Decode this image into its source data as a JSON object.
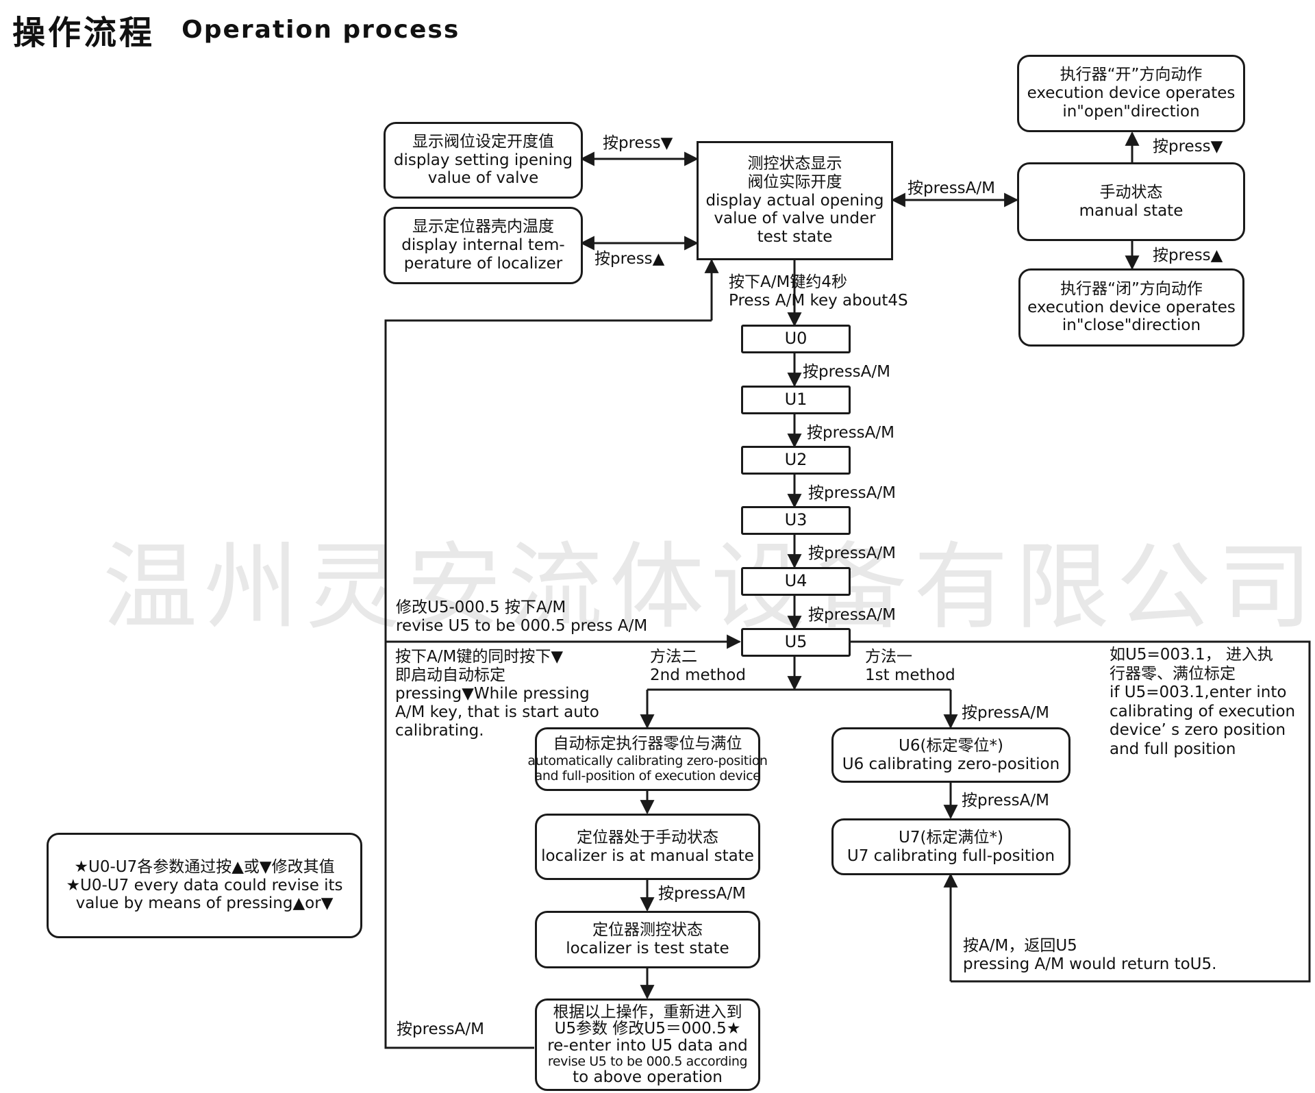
{
  "title": {
    "zh": "操作流程",
    "en": "Operation process"
  },
  "watermark": "温州灵安流体设备有限公司",
  "boxes": {
    "display_setting": [
      "显示阀位设定开度值",
      "display setting ipening",
      "value of valve"
    ],
    "display_temp": [
      "显示定位器壳内温度",
      "display internal tem-",
      "perature of localizer"
    ],
    "test_state": [
      "测控状态显示",
      "阀位实际开度",
      "display actual opening",
      "value of valve under",
      "test state"
    ],
    "open_dir": [
      "执行器“开”方向动作",
      "execution device operates",
      "in\"open\"direction"
    ],
    "manual_state": [
      "手动状态",
      "manual state"
    ],
    "close_dir": [
      "执行器“闭”方向动作",
      "execution device operates",
      "in\"close\"direction"
    ],
    "u0": "U0",
    "u1": "U1",
    "u2": "U2",
    "u3": "U3",
    "u4": "U4",
    "u5": "U5",
    "auto_cal": [
      "自动标定执行器零位与满位",
      "automatically calibrating zero-position",
      "and full-position of execution device"
    ],
    "localizer_manual": [
      "定位器处于手动状态",
      "localizer is at manual state"
    ],
    "localizer_test": [
      "定位器测控状态",
      "localizer is test state"
    ],
    "reenter": [
      "根据以上操作，重新进入到",
      "U5参数 修改U5＝000.5★",
      "re-enter into U5 data and",
      "revise U5 to be 000.5 according",
      "to above operation"
    ],
    "u6": [
      "U6(标定零位*)",
      "U6 calibrating zero-position"
    ],
    "u7": [
      "U7(标定满位*)",
      "U7 calibrating full-position"
    ],
    "note": [
      "★U0-U7各参数通过按▲或▼修改其值",
      "★U0-U7 every data could revise its",
      "value by means of pressing▲or▼"
    ]
  },
  "labels": {
    "press_down": "按press▼",
    "press_up": "按press▲",
    "press_am": "按pressA/M",
    "press_down_r": "按press▼",
    "press_up_r": "按press▲",
    "hold_am": [
      "按下A/M键约4秒",
      "Press A/M key about4S"
    ],
    "u0_u1": "按pressA/M",
    "u1_u2": "按pressA/M",
    "u2_u3": "按pressA/M",
    "u3_u4": "按pressA/M",
    "u4_u5": "按pressA/M",
    "revise_u5": [
      "修改U5-000.5  按下A/M",
      "revise U5 to be 000.5  press A/M"
    ],
    "auto_start": [
      "按下A/M键的同时按下▼",
      "即启动自动标定",
      "pressing▼While pressing",
      "A/M key, that is start auto",
      "calibrating."
    ],
    "method2": [
      "方法二",
      "2nd method"
    ],
    "method1": [
      "方法一",
      "1st method"
    ],
    "if_u5": [
      "如U5=003.1， 进入执",
      "行器零、满位标定",
      "if U5=003.1,enter into",
      "calibrating of execution",
      "device’ s zero position",
      "and full position"
    ],
    "to_u6": "按pressA/M",
    "u6_u7": "按pressA/M",
    "manual_to_test": "按pressA/M",
    "return_u5": [
      "按A/M，返回U5",
      "pressing A/M would return toU5."
    ],
    "loop_back": "按pressA/M"
  }
}
